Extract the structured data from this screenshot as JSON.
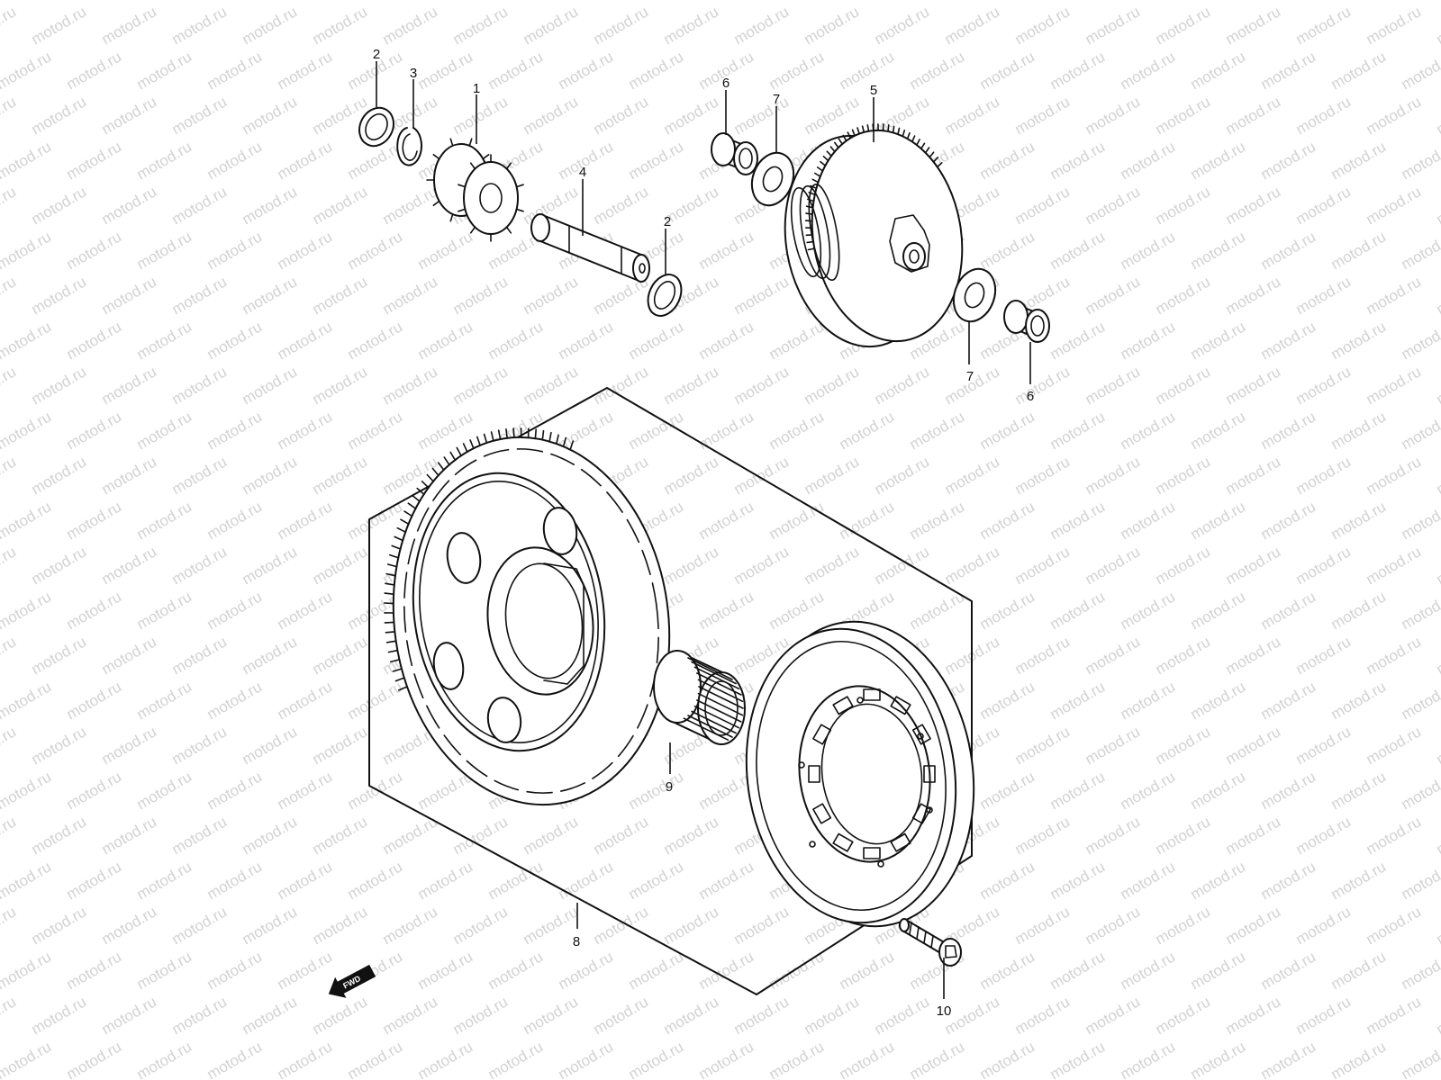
{
  "watermark": "motod.ru",
  "fwd_label": "FWD",
  "callouts": [
    {
      "id": "c1",
      "label": "1"
    },
    {
      "id": "c2a",
      "label": "2"
    },
    {
      "id": "c2b",
      "label": "2"
    },
    {
      "id": "c3",
      "label": "3"
    },
    {
      "id": "c4",
      "label": "4"
    },
    {
      "id": "c5",
      "label": "5"
    },
    {
      "id": "c6a",
      "label": "6"
    },
    {
      "id": "c6b",
      "label": "6"
    },
    {
      "id": "c7a",
      "label": "7"
    },
    {
      "id": "c7b",
      "label": "7"
    },
    {
      "id": "c8",
      "label": "8"
    },
    {
      "id": "c9",
      "label": "9"
    },
    {
      "id": "c10",
      "label": "10"
    }
  ]
}
